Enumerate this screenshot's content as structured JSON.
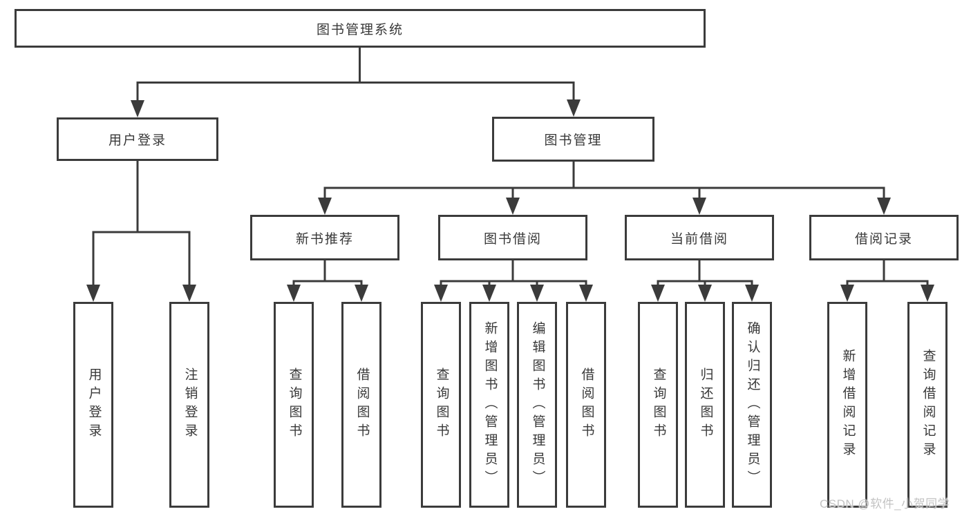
{
  "page": {
    "watermark": "CSDN @软件_小贺同学"
  },
  "colors": {
    "line": "#3b3b3b",
    "text": "#383838",
    "background": "#ffffff",
    "watermark": "#c3c3c3"
  },
  "tree": {
    "root": {
      "label": "图书管理系统",
      "children": [
        {
          "label": "用户登录",
          "children": [
            {
              "label": "用户登录"
            },
            {
              "label": "注销登录"
            }
          ]
        },
        {
          "label": "图书管理",
          "children": [
            {
              "label": "新书推荐",
              "children": [
                {
                  "label": "查询图书"
                },
                {
                  "label": "借阅图书"
                }
              ]
            },
            {
              "label": "图书借阅",
              "children": [
                {
                  "label": "查询图书"
                },
                {
                  "label": "新增图书（管理员）"
                },
                {
                  "label": "编辑图书（管理员）"
                },
                {
                  "label": "借阅图书"
                }
              ]
            },
            {
              "label": "当前借阅",
              "children": [
                {
                  "label": "查询图书"
                },
                {
                  "label": "归还图书"
                },
                {
                  "label": "确认归还（管理员）"
                }
              ]
            },
            {
              "label": "借阅记录",
              "children": [
                {
                  "label": "新增借阅记录"
                },
                {
                  "label": "查询借阅记录"
                }
              ]
            }
          ]
        }
      ]
    }
  }
}
